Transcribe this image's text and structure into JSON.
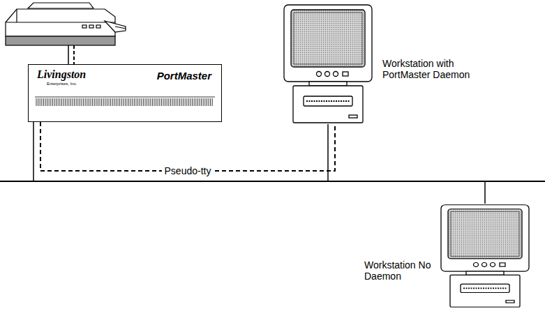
{
  "diagram": {
    "nodes": [
      {
        "text": [
          "Livingston",
          "Enterprises, Inc.",
          "PortMaster"
        ]
      },
      {
        "text": [
          "Workstation with PortMaster Daemon"
        ]
      },
      {
        "text": [
          "Workstation No Daemon"
        ]
      }
    ],
    "edges": [
      {
        "from": 0,
        "to": 1,
        "label": "Pseudo-tty",
        "arrow": "none"
      }
    ]
  }
}
